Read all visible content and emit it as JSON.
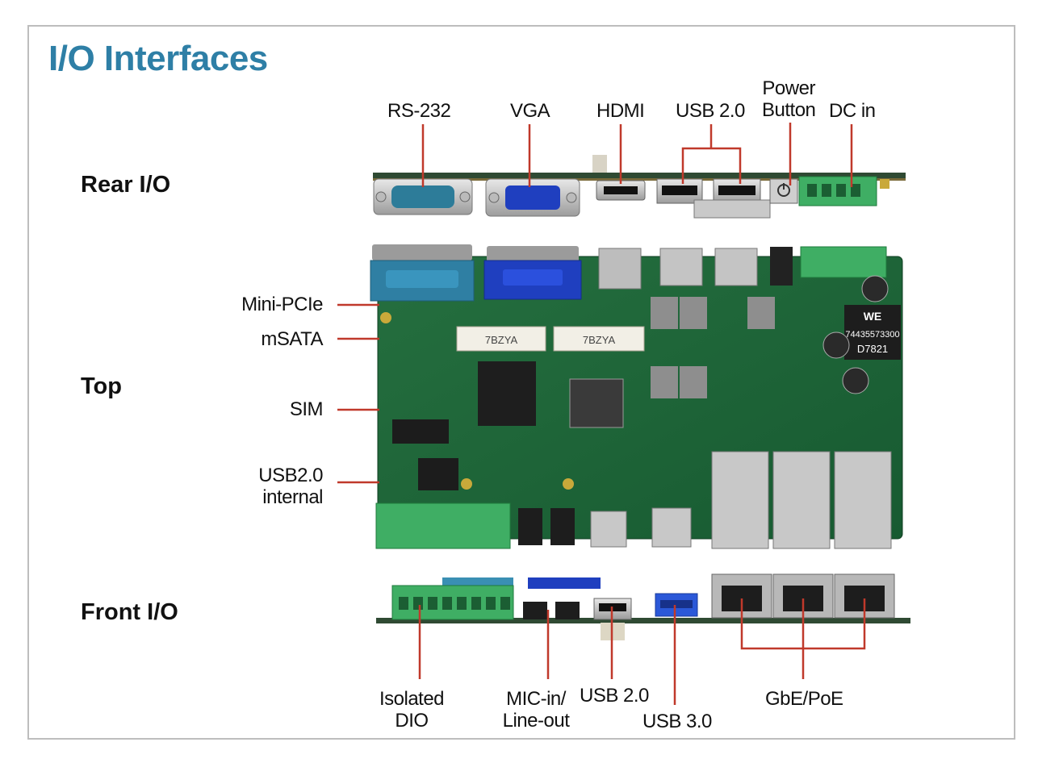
{
  "title": "I/O Interfaces",
  "sections": {
    "rear": "Rear I/O",
    "top": "Top",
    "front": "Front I/O"
  },
  "rear_labels": {
    "rs232": "RS-232",
    "vga": "VGA",
    "hdmi": "HDMI",
    "usb20": "USB 2.0",
    "power_line1": "Power",
    "power_line2": "Button",
    "dcin": "DC in"
  },
  "top_labels": {
    "minipcie": "Mini-PCIe",
    "msata": "mSATA",
    "sim": "SIM",
    "usb_internal_line1": "USB2.0",
    "usb_internal_line2": "internal"
  },
  "front_labels": {
    "dio_line1": "Isolated",
    "dio_line2": "DIO",
    "mic_line1": "MIC-in/",
    "mic_line2": "Line-out",
    "usb20": "USB 2.0",
    "usb30": "USB 3.0",
    "gbe": "GbE/PoE"
  },
  "board_silkscreen": {
    "slot1": "7BZYA",
    "slot2": "7BZYA",
    "inductor_line1": "74435573300",
    "inductor_line2": "D7821",
    "we_logo": "WE"
  },
  "colors": {
    "title": "#2e7fa6",
    "leader": "#c0392b",
    "frame": "#bdbdbd",
    "pcb": "#1f6b3a"
  }
}
